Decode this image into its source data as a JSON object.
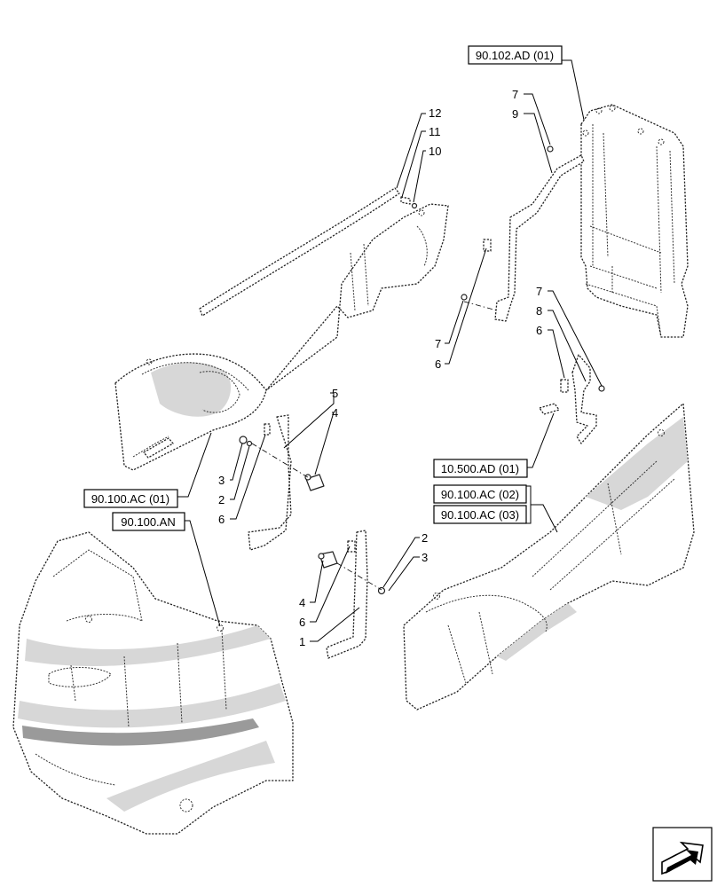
{
  "references": [
    {
      "id": "ref-90-102-ad-01",
      "text": "90.102.AD (01)"
    },
    {
      "id": "ref-10-500-ad-01",
      "text": "10.500.AD (01)"
    },
    {
      "id": "ref-90-100-ac-02",
      "text": "90.100.AC (02)"
    },
    {
      "id": "ref-90-100-ac-03",
      "text": "90.100.AC (03)"
    },
    {
      "id": "ref-90-100-ac-01",
      "text": "90.100.AC (01)"
    },
    {
      "id": "ref-90-100-an",
      "text": "90.100.AN"
    }
  ],
  "callouts": [
    {
      "id": "c-12",
      "text": "12"
    },
    {
      "id": "c-11",
      "text": "11"
    },
    {
      "id": "c-10",
      "text": "10"
    },
    {
      "id": "c-7a",
      "text": "7"
    },
    {
      "id": "c-9",
      "text": "9"
    },
    {
      "id": "c-7b",
      "text": "7"
    },
    {
      "id": "c-6a",
      "text": "6"
    },
    {
      "id": "c-7c",
      "text": "7"
    },
    {
      "id": "c-8",
      "text": "8"
    },
    {
      "id": "c-6b",
      "text": "6"
    },
    {
      "id": "c-5",
      "text": "5"
    },
    {
      "id": "c-4a",
      "text": "4"
    },
    {
      "id": "c-3a",
      "text": "3"
    },
    {
      "id": "c-2a",
      "text": "2"
    },
    {
      "id": "c-6c",
      "text": "6"
    },
    {
      "id": "c-2b",
      "text": "2"
    },
    {
      "id": "c-3b",
      "text": "3"
    },
    {
      "id": "c-4b",
      "text": "4"
    },
    {
      "id": "c-6d",
      "text": "6"
    },
    {
      "id": "c-1",
      "text": "1"
    }
  ],
  "navigation": {
    "icon": "next-page-arrow-icon"
  }
}
